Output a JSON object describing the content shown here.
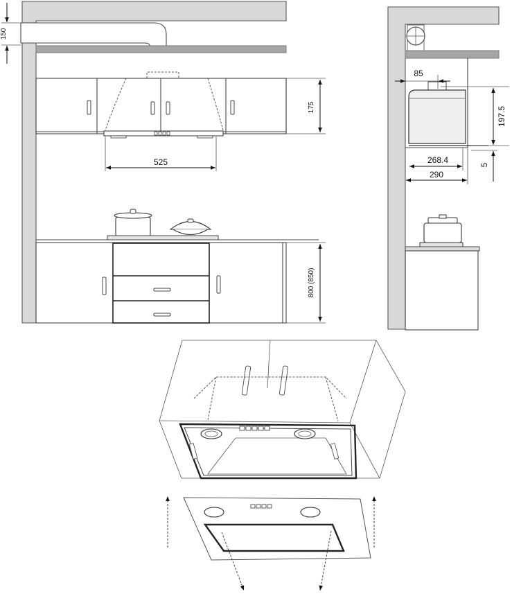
{
  "front_view": {
    "dim_duct": "150",
    "dim_wall_cabinet_height": "175",
    "dim_hood_width": "525",
    "dim_base_height": "800 (850)"
  },
  "side_view": {
    "dim_wall_offset": "85",
    "dim_cabinet_height": "197.5",
    "dim_gap": "5",
    "dim_depth_inner": "268.4",
    "dim_depth_outer": "290"
  }
}
